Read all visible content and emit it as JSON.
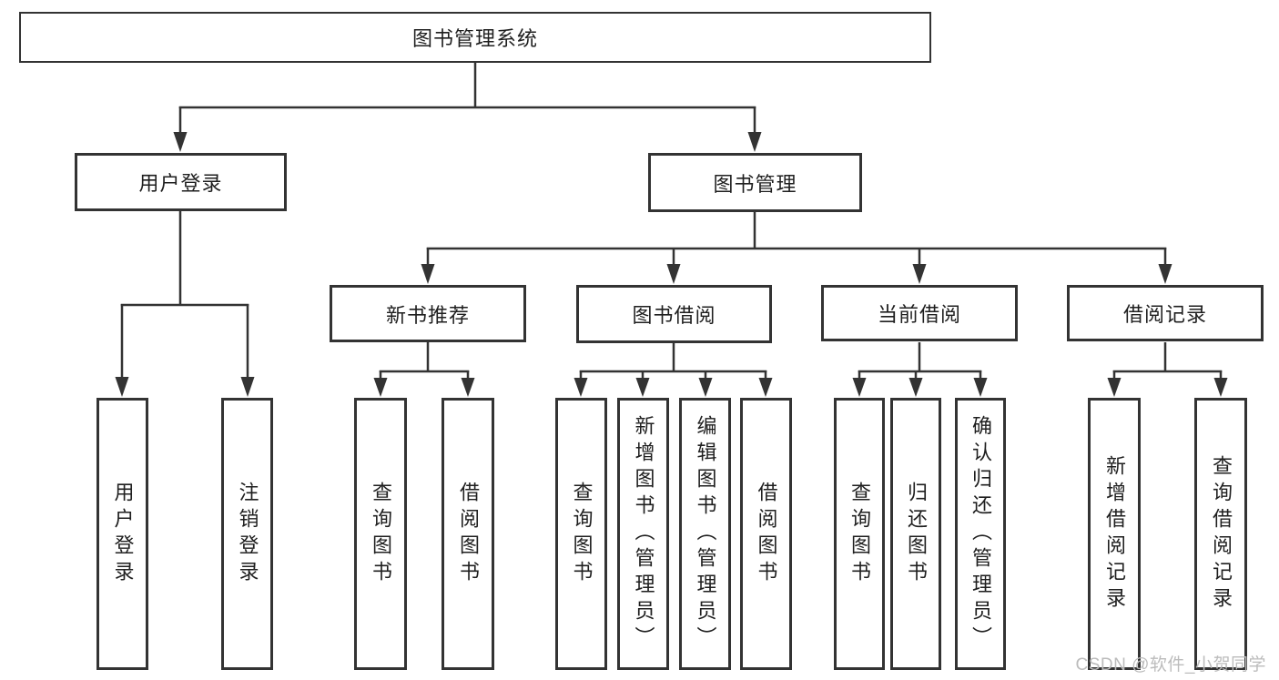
{
  "diagram": {
    "type": "hierarchy-tree",
    "title": "图书管理系统",
    "colors": {
      "line": "#333333",
      "text": "#1f1f1f",
      "background": "#ffffff",
      "watermark": "#bcbcbc"
    },
    "tree": {
      "root": "图书管理系统",
      "children": [
        {
          "label": "用户登录",
          "children": [
            "用户登录",
            "注销登录"
          ]
        },
        {
          "label": "图书管理",
          "children": [
            {
              "label": "新书推荐",
              "children": [
                "查询图书",
                "借阅图书"
              ]
            },
            {
              "label": "图书借阅",
              "children": [
                "查询图书",
                "新增图书（管理员）",
                "编辑图书（管理员）",
                "借阅图书"
              ]
            },
            {
              "label": "当前借阅",
              "children": [
                "查询图书",
                "归还图书",
                "确认归还（管理员）"
              ]
            },
            {
              "label": "借阅记录",
              "children": [
                "新增借阅记录",
                "查询借阅记录"
              ]
            }
          ]
        }
      ]
    }
  },
  "nodes": {
    "root": "图书管理系统",
    "user_login": "用户登录",
    "book_mgmt": "图书管理",
    "login": "用户登录",
    "logout": "注销登录",
    "new_rec": "新书推荐",
    "borrow": "图书借阅",
    "current": "当前借阅",
    "records": "借阅记录",
    "new_rec_query": "查询图书",
    "new_rec_borrow": "借阅图书",
    "borrow_query": "查询图书",
    "borrow_add": "新增图书（管理员）",
    "borrow_edit": "编辑图书（管理员）",
    "borrow_do": "借阅图书",
    "current_query": "查询图书",
    "current_return": "归还图书",
    "current_confirm": "确认归还（管理员）",
    "records_add": "新增借阅记录",
    "records_query": "查询借阅记录"
  },
  "watermark": "CSDN @软件_小贺同学"
}
